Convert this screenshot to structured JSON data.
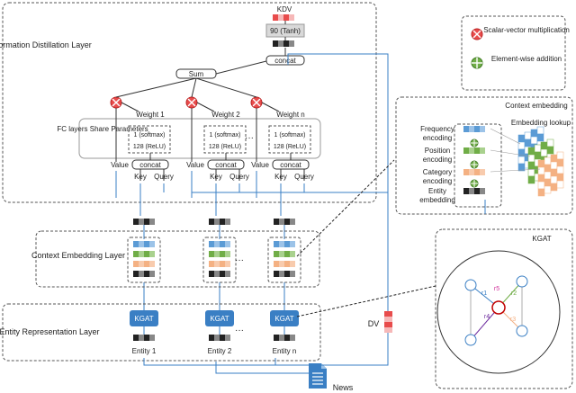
{
  "output": {
    "kdv": "KDV",
    "fc_tanh": "90 (Tanh)",
    "concat": "concat",
    "sum": "Sum"
  },
  "legend": {
    "scalar_vector": "Scalar-vector multiplication",
    "elementwise": "Element-wise addition"
  },
  "info_layer": {
    "title": "Information Distillation Layer",
    "fc_note": "FC layers Share Parameters",
    "weights": [
      "Weight 1",
      "Weight 2",
      "Weight n"
    ],
    "fc_top": "1 (softmax)",
    "fc_bottom": "128 (ReLU)",
    "value": "Value",
    "key": "Key",
    "query": "Query",
    "concat": "concat",
    "dots": "···"
  },
  "context_layer": {
    "title": "Context Embedding Layer",
    "dots": "···"
  },
  "entity_layer": {
    "title": "Entity Representation Layer",
    "kgat": "KGAT",
    "entities": [
      "Entity 1",
      "Entity 2",
      "Entity n"
    ],
    "dots": "···"
  },
  "context_embedding": {
    "title": "Context embedding",
    "rows": [
      "Frequency encoding",
      "Position encoding",
      "Category encoding",
      "Entity embedding"
    ],
    "lookup": "Embedding lookup"
  },
  "kgat_detail": {
    "title": "KGAT",
    "relations": [
      "r1",
      "r2",
      "r3",
      "r4",
      "r5"
    ]
  },
  "dv": "DV",
  "news": "News",
  "colors": {
    "blue": "#5b9bd5",
    "green": "#70ad47",
    "orange": "#f4b183",
    "red": "#e84c4c",
    "dark": "#222222",
    "link": "#3a7fc4"
  }
}
